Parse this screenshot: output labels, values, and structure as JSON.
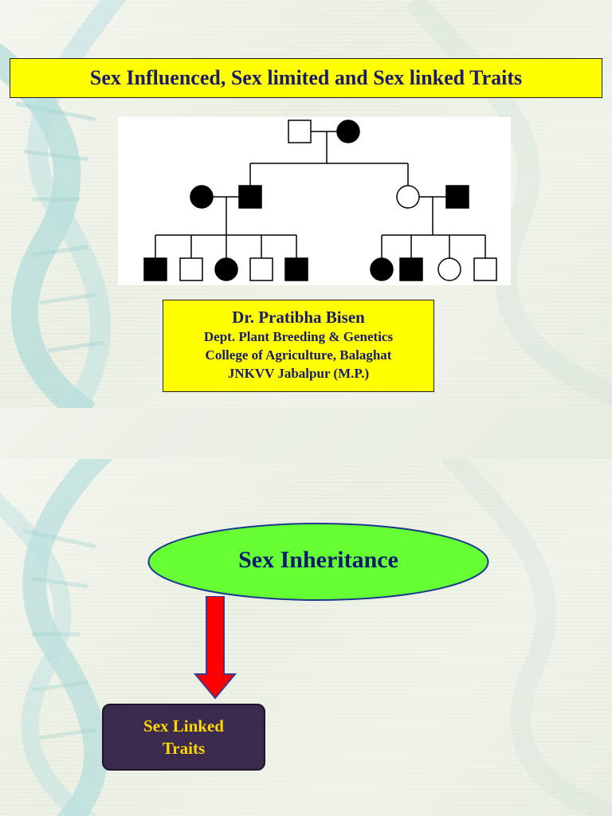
{
  "slide1": {
    "title": "Sex Influenced, Sex limited and Sex linked Traits",
    "author": {
      "name": "Dr. Pratibha Bisen",
      "dept": "Dept. Plant Breeding & Genetics",
      "college": "College of Agriculture, Balaghat",
      "university": "JNKVV Jabalpur (M.P.)"
    },
    "pedigree": {
      "generation1": [
        "male-unaffected",
        "female-affected"
      ],
      "generation2": [
        "female-affected",
        "male-affected",
        "female-unaffected",
        "male-affected"
      ],
      "generation3_left": [
        "male-affected",
        "male-unaffected",
        "female-affected",
        "male-unaffected",
        "male-affected"
      ],
      "generation3_right": [
        "female-affected",
        "male-affected",
        "female-unaffected",
        "male-unaffected"
      ]
    }
  },
  "slide2": {
    "oval_label": "Sex Inheritance",
    "box_line1": "Sex Linked",
    "box_line2": "Traits"
  },
  "colors": {
    "title_bg": "#ffff00",
    "title_text": "#1a1a6e",
    "oval_fill": "#66ff33",
    "arrow": "#ff0000",
    "box_bg": "#3b2a4d",
    "box_text": "#ffd800"
  }
}
